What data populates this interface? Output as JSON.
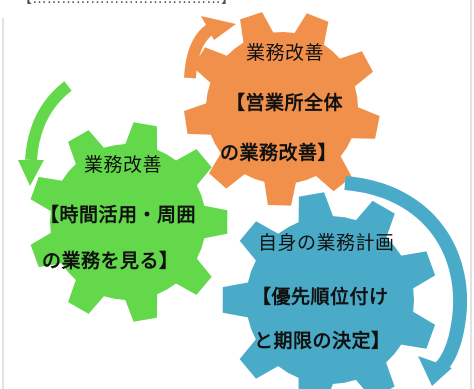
{
  "top_fragment": "【…………………………………】",
  "gears": {
    "orange": {
      "line1": "業務改善",
      "line2": "【営業所全体",
      "line3": "の業務改善】",
      "color": "#f0904a"
    },
    "green": {
      "line1": "業務改善",
      "line2": "【時間活用・周囲",
      "line3": "の業務を見る】",
      "color": "#62d84a"
    },
    "blue": {
      "line1": "自身の業務計画",
      "line2": "【優先順位付け",
      "line3": "と期限の決定】",
      "color": "#4aabc8"
    }
  },
  "arrows": {
    "orange_color": "#f0904a",
    "green_color": "#62d84a",
    "blue_color": "#4aabc8"
  }
}
